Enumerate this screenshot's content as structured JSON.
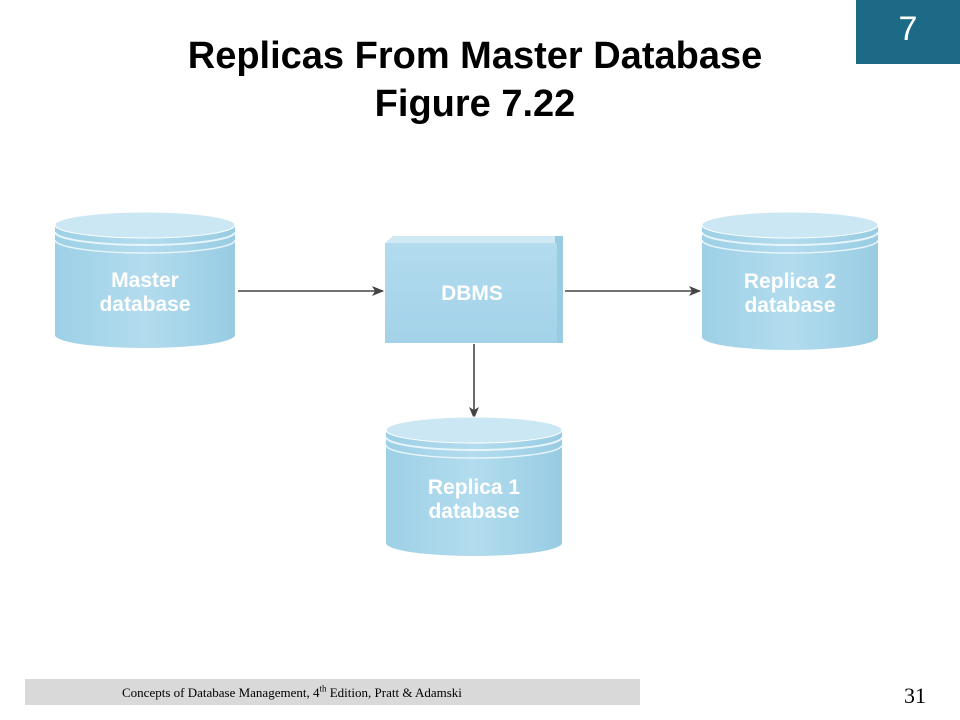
{
  "header": {
    "chapter_number": "7",
    "title_line1": "Replicas From Master Database",
    "title_line2": "Figure 7.22"
  },
  "diagram": {
    "nodes": {
      "master": {
        "label_line1": "Master",
        "label_line2": "database",
        "shape": "cylinder"
      },
      "dbms": {
        "label": "DBMS",
        "shape": "box"
      },
      "replica2": {
        "label_line1": "Replica 2",
        "label_line2": "database",
        "shape": "cylinder"
      },
      "replica1": {
        "label_line1": "Replica 1",
        "label_line2": "database",
        "shape": "cylinder"
      }
    },
    "edges": [
      {
        "from": "master",
        "to": "dbms"
      },
      {
        "from": "dbms",
        "to": "replica2"
      },
      {
        "from": "dbms",
        "to": "replica1"
      }
    ],
    "colors": {
      "node_fill": "#a9d6ea",
      "node_top": "#cfe9f5",
      "node_stroke": "#7fbcd9",
      "arrow": "#444444",
      "label": "#ffffff"
    }
  },
  "footer": {
    "citation_prefix": "Concepts of Database Management, 4",
    "citation_superscript": "th",
    "citation_suffix": " Edition, Pratt & Adamski",
    "page_number": "31",
    "bar_color": "#d9d9d9"
  }
}
